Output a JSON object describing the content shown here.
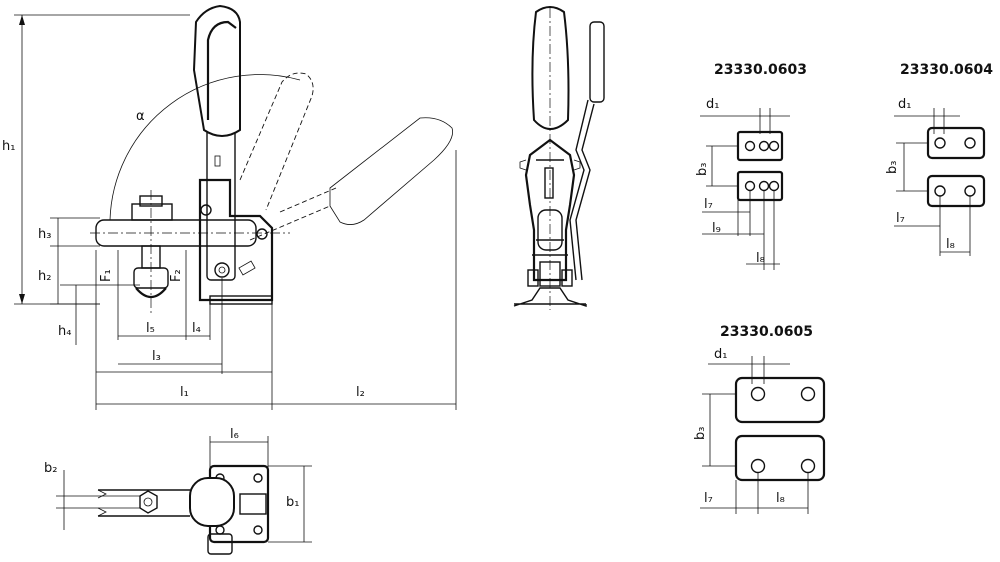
{
  "side_view": {
    "labels": {
      "h1": "h₁",
      "h2": "h₂",
      "h3": "h₃",
      "h4": "h₄",
      "alpha": "α",
      "F1": "F₁",
      "F2": "F₂",
      "l1": "l₁",
      "l2": "l₂",
      "l3": "l₃",
      "l4": "l₄",
      "l5": "l₅"
    }
  },
  "top_view": {
    "labels": {
      "l6": "l₆",
      "b1": "b₁",
      "b2": "b₂"
    }
  },
  "bases": [
    {
      "code": "23330.0603",
      "labels": {
        "d1": "d₁",
        "b3": "b₃",
        "l7": "l₇",
        "l9": "l₉",
        "l8": "l₈"
      }
    },
    {
      "code": "23330.0604",
      "labels": {
        "d1": "d₁",
        "b3": "b₃",
        "l7": "l₇",
        "l8": "l₈"
      }
    },
    {
      "code": "23330.0605",
      "labels": {
        "d1": "d₁",
        "b3": "b₃",
        "l7": "l₇",
        "l8": "l₈"
      }
    }
  ]
}
